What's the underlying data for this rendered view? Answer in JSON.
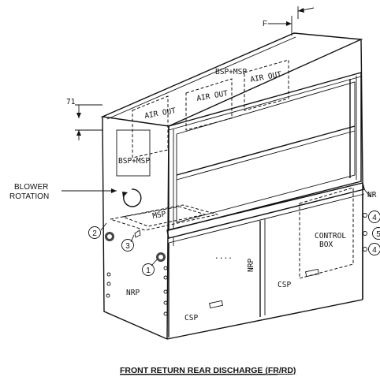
{
  "title": "FRONT RETURN REAR DISCHARGE (FR/RD)",
  "labels": {
    "f": "F",
    "dim_71": "71",
    "air_out": "AIR OUT",
    "bsp_msp": "BSP+MSP",
    "msp": "MSP",
    "blower_rotation_1": "BLOWER",
    "blower_rotation_2": "ROTATION",
    "nr_right": "NR",
    "control_box_1": "CONTROL",
    "control_box_2": "BOX",
    "nrp": "NRP",
    "csp": "CSP",
    "dots": "...."
  },
  "callouts": [
    "1",
    "2",
    "3",
    "4",
    "5"
  ]
}
